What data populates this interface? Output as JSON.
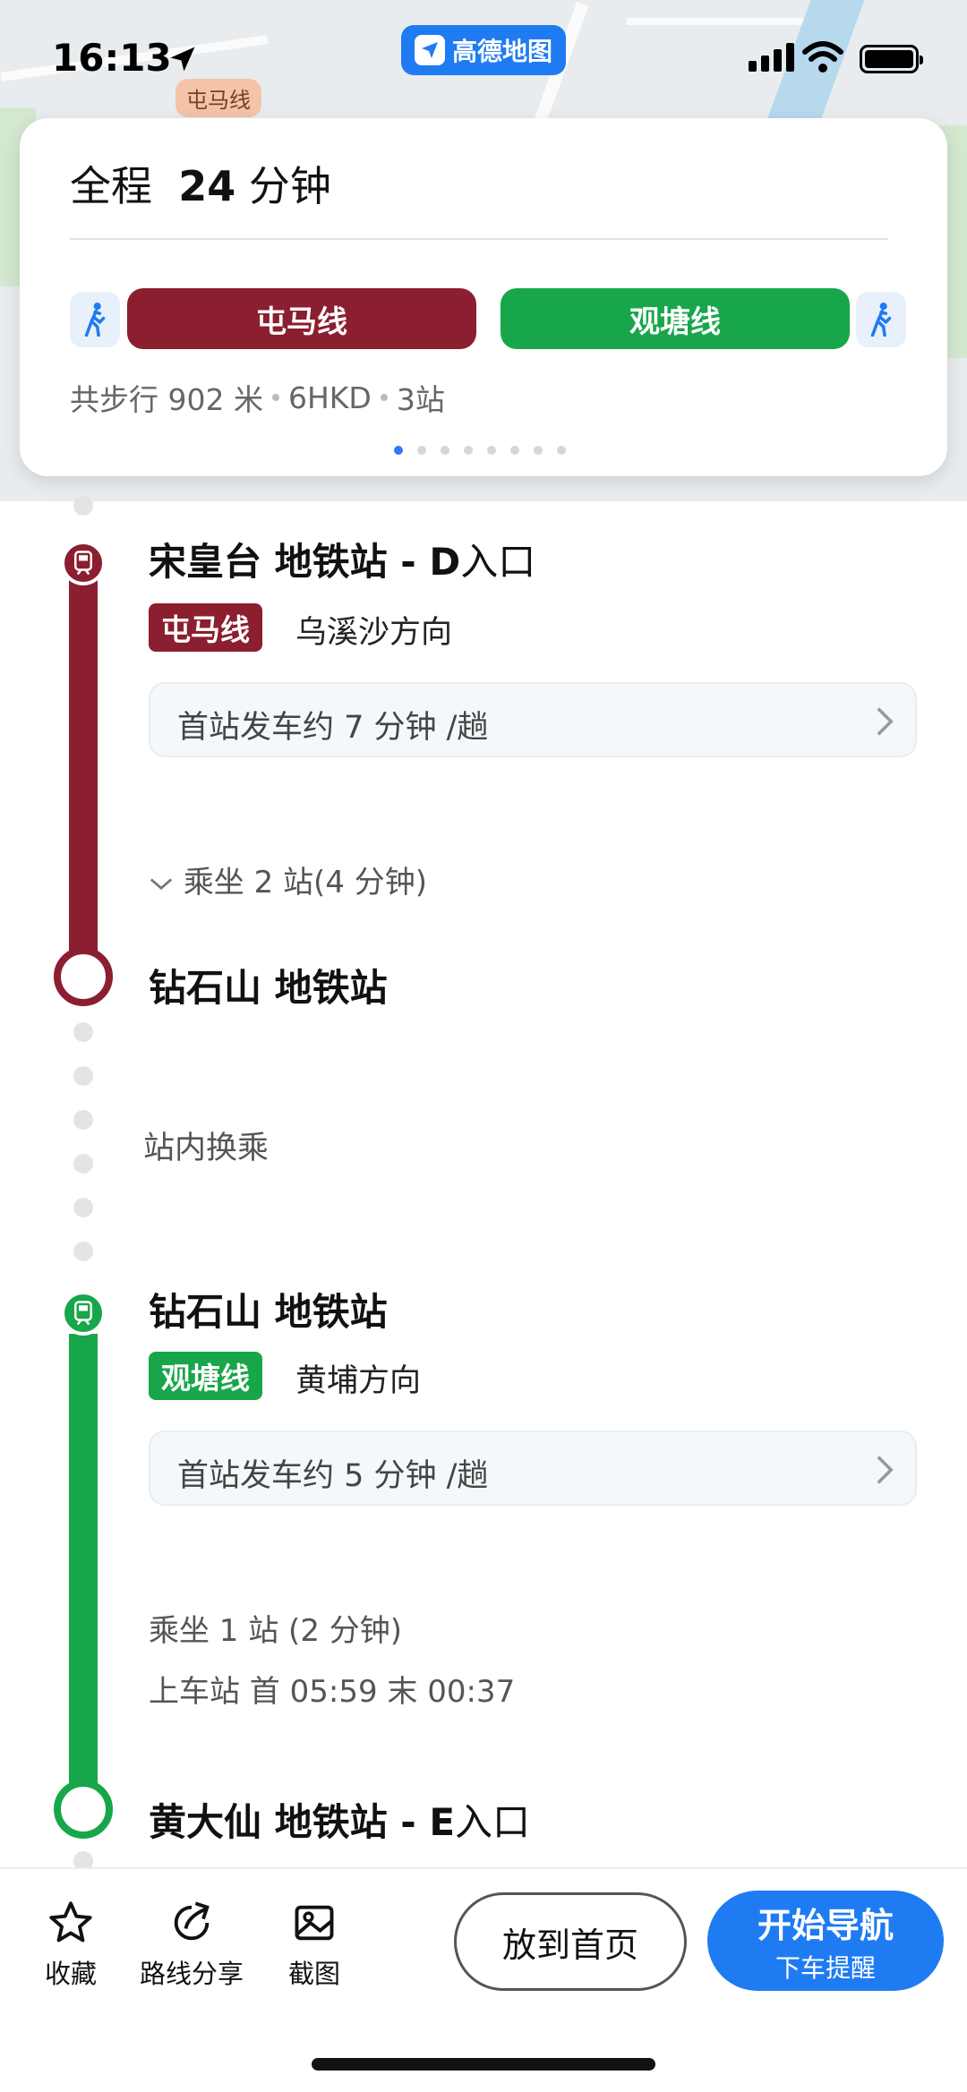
{
  "status": {
    "time": "16:13"
  },
  "app_badge": {
    "name": "高德地图"
  },
  "map": {
    "label": "屯马线"
  },
  "summary": {
    "prefix": "全程",
    "duration": "24",
    "unit": "分钟",
    "segments": [
      {
        "line": "屯马线",
        "color": "#8b1e2f"
      },
      {
        "line": "观塘线",
        "color": "#18a64a"
      }
    ],
    "walk": "共步行 902 米",
    "fare": "6HKD",
    "stops": "3站",
    "pager_total": 8,
    "pager_active": 1
  },
  "legs": [
    {
      "line": "屯马线",
      "line_color": "#8b1e2f",
      "board_station": "宋皇台 地铁站 -",
      "board_entrance_letter": "D",
      "board_entrance_suffix": "入口",
      "direction": "乌溪沙方向",
      "frequency": "首站发车约 7 分钟 /趟",
      "ride": "乘坐 2 站(4 分钟)",
      "alight_station": "钻石山 地铁站"
    },
    {
      "line": "观塘线",
      "line_color": "#18a64a",
      "board_station": "钻石山 地铁站",
      "direction": "黄埔方向",
      "frequency": "首站发车约 5 分钟 /趟",
      "ride": "乘坐 1 站 (2 分钟)",
      "schedule": "上车站 首 05:59  末 00:37",
      "alight_station": "黄大仙 地铁站 -",
      "alight_entrance_letter": "E",
      "alight_entrance_suffix": "入口"
    }
  ],
  "transfer": "站内换乘",
  "bottom": {
    "favorite": "收藏",
    "share": "路线分享",
    "screenshot": "截图",
    "home": "放到首页",
    "nav_main": "开始导航",
    "nav_sub": "下车提醒"
  }
}
